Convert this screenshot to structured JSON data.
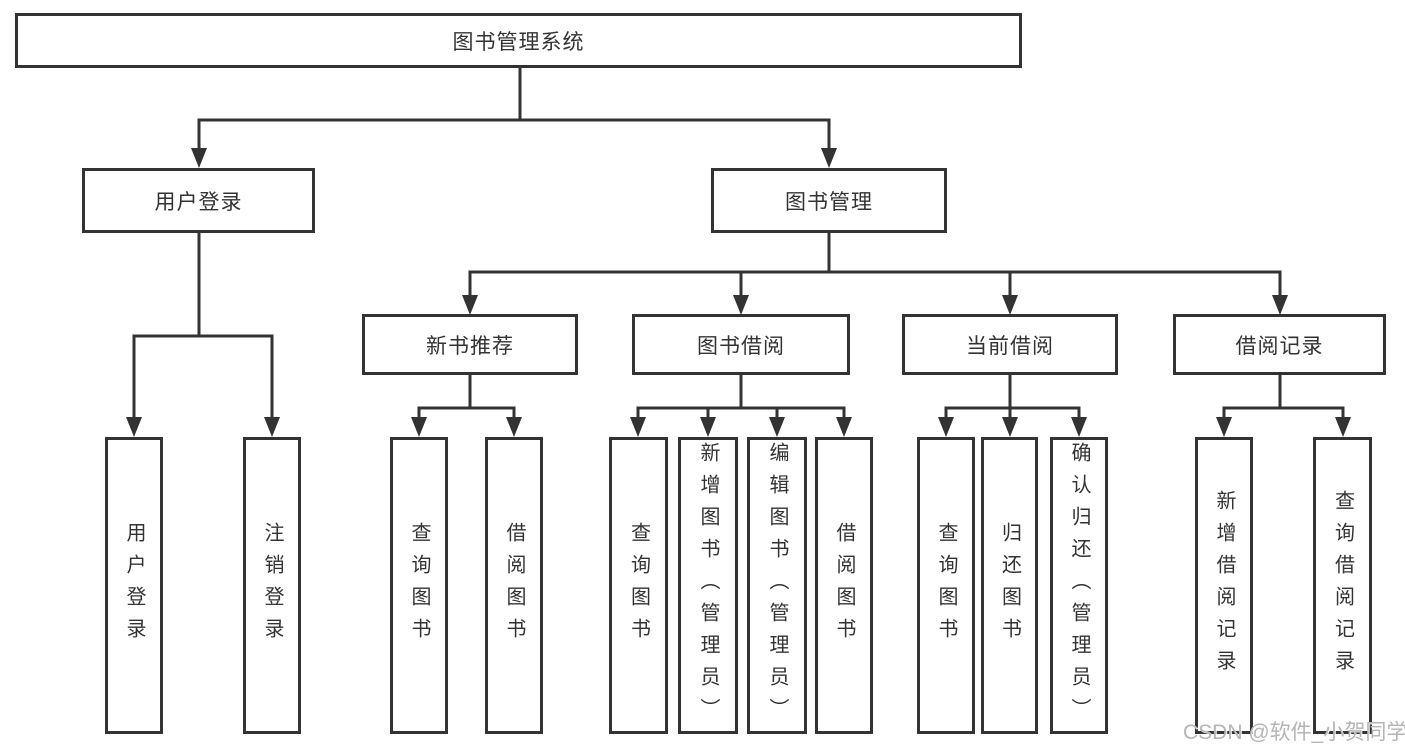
{
  "diagram": {
    "root": {
      "label": "图书管理系统"
    },
    "branches": [
      {
        "label": "用户登录",
        "children": [
          {
            "label": "用户登录"
          },
          {
            "label": "注销登录"
          }
        ]
      },
      {
        "label": "图书管理",
        "children": [
          {
            "label": "新书推荐",
            "children": [
              {
                "label": "查询图书"
              },
              {
                "label": "借阅图书"
              }
            ]
          },
          {
            "label": "图书借阅",
            "children": [
              {
                "label": "查询图书"
              },
              {
                "label": "新增图书（管理员）"
              },
              {
                "label": "编辑图书（管理员）"
              },
              {
                "label": "借阅图书"
              }
            ]
          },
          {
            "label": "当前借阅",
            "children": [
              {
                "label": "查询图书"
              },
              {
                "label": "归还图书"
              },
              {
                "label": "确认归还（管理员）"
              }
            ]
          },
          {
            "label": "借阅记录",
            "children": [
              {
                "label": "新增借阅记录"
              },
              {
                "label": "查询借阅记录"
              }
            ]
          }
        ]
      }
    ]
  },
  "watermark": {
    "text": "CSDN @软件_小贺同学",
    "color": "#b5b5b5"
  },
  "colors": {
    "line": "#333333",
    "box_border": "#333333",
    "text": "#333333",
    "background": "#ffffff"
  }
}
